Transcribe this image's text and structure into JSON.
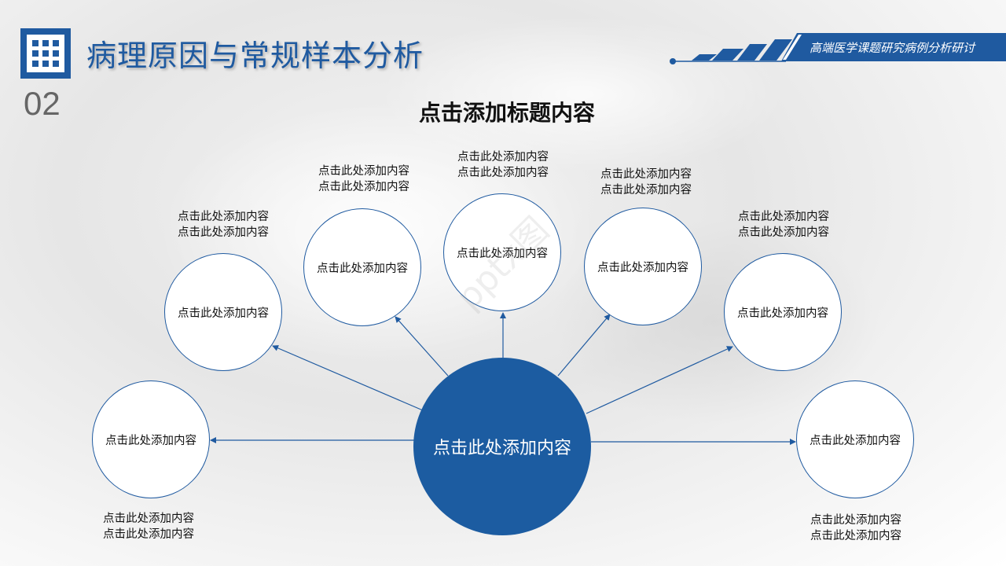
{
  "header": {
    "title": "病理原因与常规样本分析",
    "page_number": "02",
    "banner_text": "高端医学课题研究病例分析研讨"
  },
  "main": {
    "heading": "点击添加标题内容",
    "center_label": "点击此处添加内容",
    "nodes": [
      {
        "label": "点击此处添加内容",
        "caption_line1": "点击此处添加内容",
        "caption_line2": "点击此处添加内容"
      },
      {
        "label": "点击此处添加内容",
        "caption_line1": "点击此处添加内容",
        "caption_line2": "点击此处添加内容"
      },
      {
        "label": "点击此处添加内容",
        "caption_line1": "点击此处添加内容",
        "caption_line2": "点击此处添加内容"
      },
      {
        "label": "点击此处添加内容",
        "caption_line1": "点击此处添加内容",
        "caption_line2": "点击此处添加内容"
      },
      {
        "label": "点击此处添加内容",
        "caption_line1": "点击此处添加内容",
        "caption_line2": "点击此处添加内容"
      },
      {
        "label": "点击此处添加内容",
        "caption_line1": "点击此处添加内容",
        "caption_line2": "点击此处添加内容"
      },
      {
        "label": "点击此处添加内容",
        "caption_line1": "点击此处添加内容",
        "caption_line2": "点击此处添加内容"
      }
    ]
  },
  "watermark": "pptx图",
  "colors": {
    "accent": "#1f5aa0",
    "center_fill": "#1c5ca1",
    "text": "#111111"
  }
}
